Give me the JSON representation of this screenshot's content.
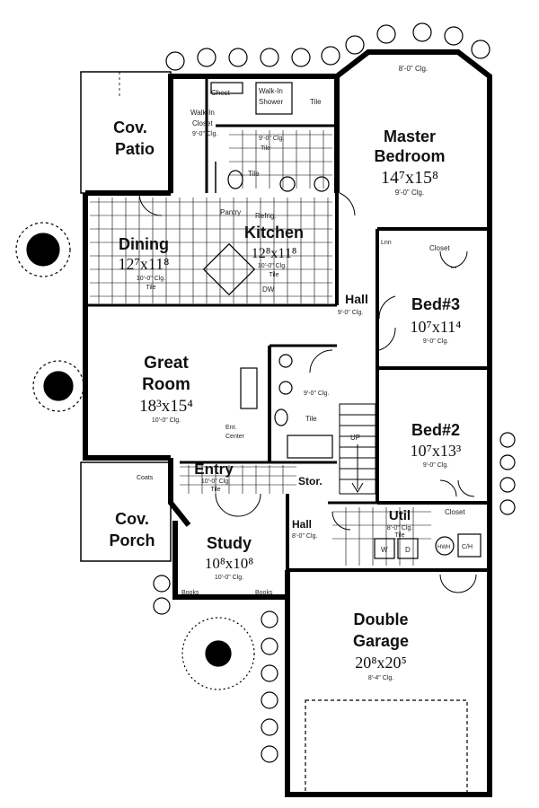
{
  "rooms": {
    "cov_patio": {
      "name_line1": "Cov.",
      "name_line2": "Patio"
    },
    "walk_in_closet": {
      "line1": "Walk-In",
      "line2": "Closet",
      "clg": "9'-0\" Clg."
    },
    "chest": "Chest",
    "walk_in_shower": {
      "line1": "Walk-In",
      "line2": "Shower"
    },
    "tile_top": "Tile",
    "bath_master": {
      "clg": "9'-0\" Clg.",
      "floor": "Tile"
    },
    "tile_wc": "Tile",
    "bay": "8'-0\" Clg.",
    "master_bedroom": {
      "name_line1": "Master",
      "name_line2": "Bedroom",
      "size": "14⁷x15⁸",
      "clg": "9'-0\" Clg."
    },
    "dining": {
      "name": "Dining",
      "size": "12⁷x11⁸",
      "clg": "10'-0\" Clg.",
      "floor": "Tile"
    },
    "kitchen": {
      "name": "Kitchen",
      "size": "12⁸x11⁸",
      "clg": "10'-0\" Clg.",
      "floor": "Tile",
      "pantry": "Pantry",
      "refrig": "Refrig.",
      "dw": "DW"
    },
    "linen": "Lnn",
    "closet_bed3": "Closet",
    "bed3": {
      "name": "Bed#3",
      "size": "10⁷x11⁴",
      "clg": "9'-0\" Clg."
    },
    "hall": {
      "name": "Hall",
      "clg": "9'-0\" Clg."
    },
    "great_room": {
      "name_line1": "Great",
      "name_line2": "Room",
      "size": "18³x15⁴",
      "clg": "10'-0\" Clg."
    },
    "bath2": {
      "clg": "9'-0\" Clg.",
      "floor": "Tile"
    },
    "ent_center": {
      "line1": "Ent.",
      "line2": "Center"
    },
    "up": "UP",
    "bed2": {
      "name": "Bed#2",
      "size": "10⁷x13³",
      "clg": "9'-0\" Clg."
    },
    "entry": {
      "name": "Entry",
      "clg": "10'-0\" Clg.",
      "floor": "Tile"
    },
    "coats": "Coats",
    "stor": "Stor.",
    "cov_porch": {
      "name_line1": "Cov.",
      "name_line2": "Porch"
    },
    "study": {
      "name": "Study",
      "size": "10⁸x10⁸",
      "clg": "10'-0\" Clg.",
      "books_left": "Books",
      "books_right": "Books"
    },
    "hall2": {
      "name": "Hall",
      "clg": "8'-0\" Clg."
    },
    "util": {
      "name": "Util",
      "clg": "8'-0\" Clg.",
      "floor": "Tile",
      "w": "W",
      "d": "D"
    },
    "closet_bed2": "Closet",
    "hwh": "HWH",
    "cfh": "C/H",
    "garage": {
      "name_line1": "Double",
      "name_line2": "Garage",
      "size": "20⁸x20⁵",
      "clg": "8'-4\" Clg."
    }
  }
}
